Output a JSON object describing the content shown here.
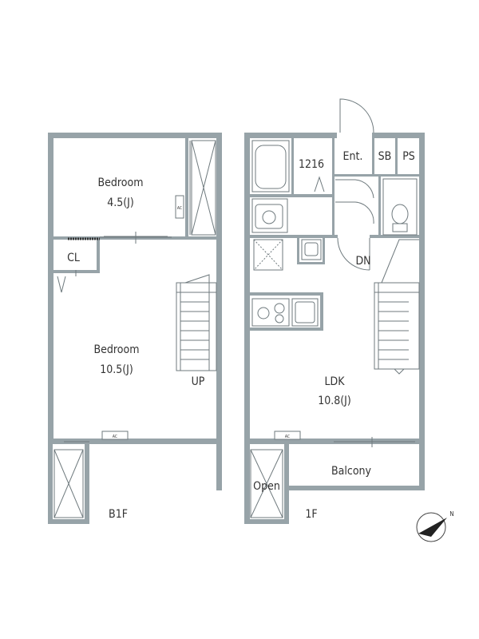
{
  "floors": {
    "b1f": {
      "label": "B1F",
      "rooms": [
        {
          "name": "Bedroom",
          "size": "4.5(J)"
        },
        {
          "name": "Bedroom",
          "size": "10.5(J)"
        }
      ],
      "closet": "CL",
      "stairs": "UP",
      "ac": [
        "AC",
        "AC"
      ]
    },
    "f1": {
      "label": "1F",
      "ldk": {
        "name": "LDK",
        "size": "10.8(J)"
      },
      "bath": "1216",
      "entrance": "Ent.",
      "sb": "SB",
      "ps": "PS",
      "stairs": "DN",
      "balcony": "Balcony",
      "open": "Open",
      "ac": "AC"
    }
  },
  "compass_label": "N",
  "colors": {
    "wall": "#97a3a8",
    "line": "#6f7a7e",
    "text": "#333333"
  }
}
